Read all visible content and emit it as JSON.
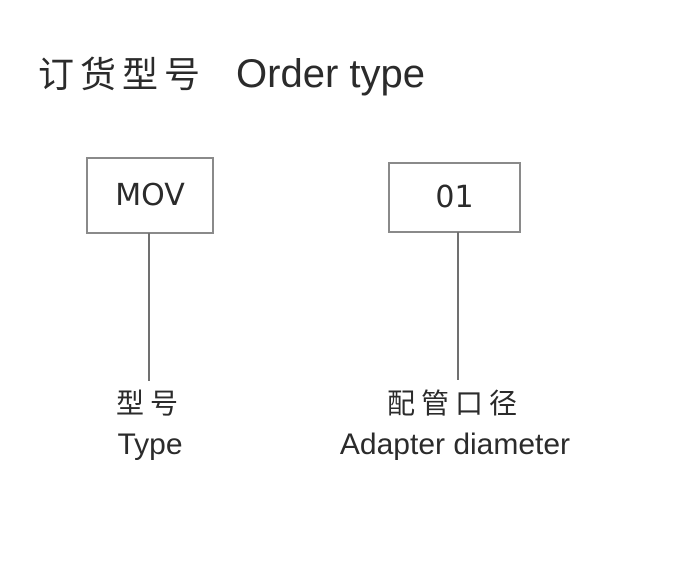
{
  "title": {
    "cn": "订货型号",
    "en": "Order type"
  },
  "fields": [
    {
      "code": "MOV",
      "label_cn": "型号",
      "label_en": "Type"
    },
    {
      "code": "01",
      "label_cn": "配管口径",
      "label_en": "Adapter diameter"
    }
  ],
  "colors": {
    "text": "#2b2b2b",
    "box_border": "#8a8a8a",
    "leader_line": "#707070",
    "background": "#ffffff"
  }
}
